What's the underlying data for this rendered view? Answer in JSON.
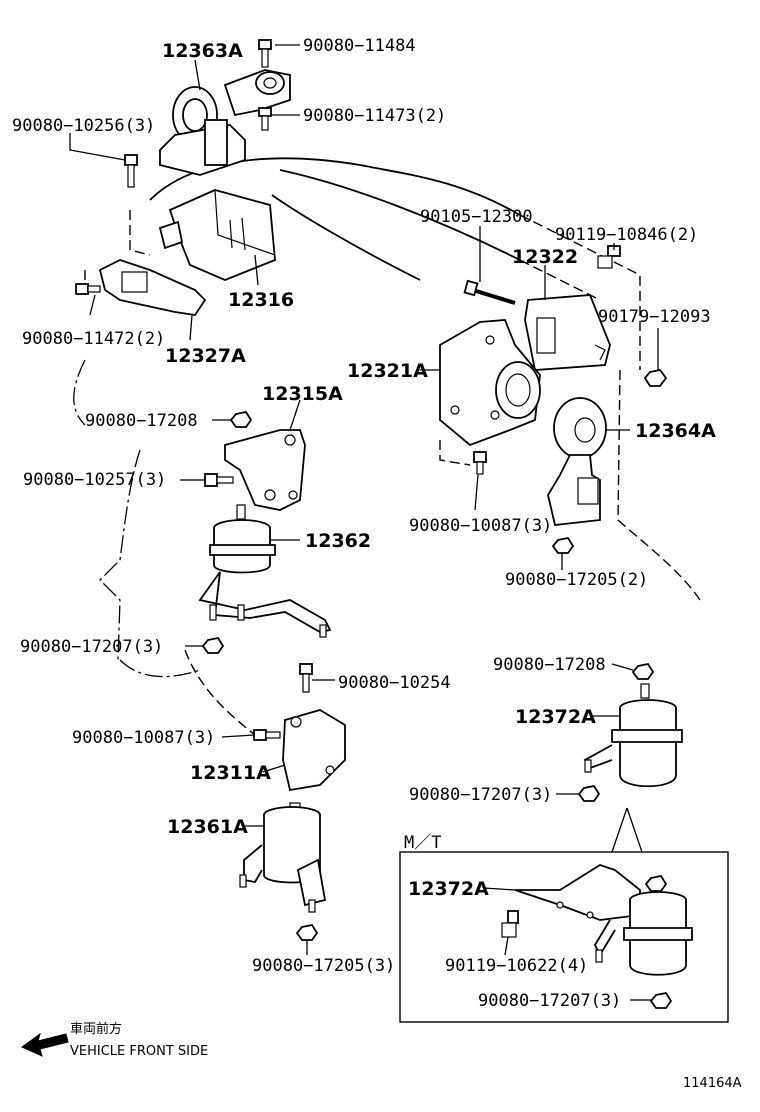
{
  "diagram_code": "114164A",
  "legend": {
    "japanese": "車両前方",
    "english": "VEHICLE FRONT SIDE"
  },
  "inset": {
    "title": "M／T",
    "parts": [
      {
        "id": "12372A",
        "label": "12372A"
      },
      {
        "id": "90119-10622",
        "label": "90119−10622(4)"
      },
      {
        "id": "90080-17207",
        "label": "90080−17207(3)"
      }
    ]
  },
  "parts": [
    {
      "id": "12363A",
      "label": "12363A"
    },
    {
      "id": "90080-11484",
      "label": "90080−11484"
    },
    {
      "id": "90080-10256",
      "label": "90080−10256(3)"
    },
    {
      "id": "90080-11473",
      "label": "90080−11473(2)"
    },
    {
      "id": "90105-12300",
      "label": "90105−12300"
    },
    {
      "id": "90119-10846",
      "label": "90119−10846(2)"
    },
    {
      "id": "12322",
      "label": "12322"
    },
    {
      "id": "12316",
      "label": "12316"
    },
    {
      "id": "90179-12093",
      "label": "90179−12093"
    },
    {
      "id": "90080-11472",
      "label": "90080−11472(2)"
    },
    {
      "id": "12327A",
      "label": "12327A"
    },
    {
      "id": "12321A",
      "label": "12321A"
    },
    {
      "id": "12315A",
      "label": "12315A"
    },
    {
      "id": "90080-17208-a",
      "label": "90080−17208"
    },
    {
      "id": "12364A",
      "label": "12364A"
    },
    {
      "id": "90080-10257",
      "label": "90080−10257(3)"
    },
    {
      "id": "90080-10087-a",
      "label": "90080−10087(3)"
    },
    {
      "id": "12362",
      "label": "12362"
    },
    {
      "id": "90080-17205-a",
      "label": "90080−17205(2)"
    },
    {
      "id": "90080-17207-a",
      "label": "90080−17207(3)"
    },
    {
      "id": "90080-17208-b",
      "label": "90080−17208"
    },
    {
      "id": "90080-10254",
      "label": "90080−10254"
    },
    {
      "id": "12372A",
      "label": "12372A"
    },
    {
      "id": "90080-10087-b",
      "label": "90080−10087(3)"
    },
    {
      "id": "12311A",
      "label": "12311A"
    },
    {
      "id": "90080-17207-b",
      "label": "90080−17207(3)"
    },
    {
      "id": "12361A",
      "label": "12361A"
    },
    {
      "id": "90080-17205-b",
      "label": "90080−17205(3)"
    }
  ]
}
